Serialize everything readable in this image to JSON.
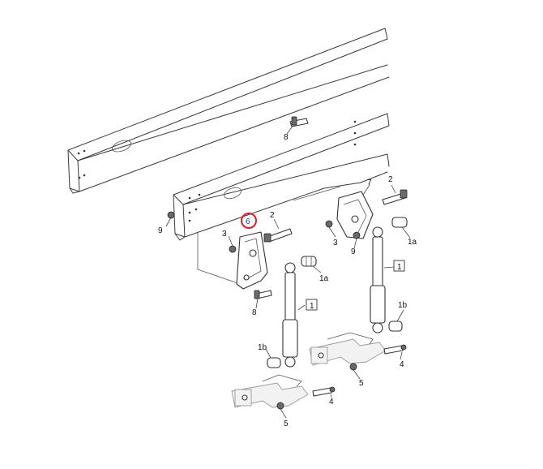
{
  "callouts": {
    "c_8_top": "8",
    "c_9_left": "9",
    "c_6": "6",
    "c_2_left": "2",
    "c_3_left": "3",
    "c_1a_left": "1a",
    "c_8_mid": "8",
    "c_1_left": "1",
    "c_1b_left": "1b",
    "c_5_left": "5",
    "c_4_left": "4",
    "c_7": "7",
    "c_2_right": "2",
    "c_3_right": "3",
    "c_9_right": "9",
    "c_1a_right": "1a",
    "c_1_right": "1",
    "c_1b_right": "1b",
    "c_4_right": "4",
    "c_5_right": "5"
  },
  "highlight": {
    "color": "#d9202a",
    "target": "6"
  },
  "parts": {
    "frame": "frame-rail",
    "shock_absorber": "shock-absorber",
    "bracket": "mounting-bracket",
    "axle_seat": "axle-seat"
  }
}
